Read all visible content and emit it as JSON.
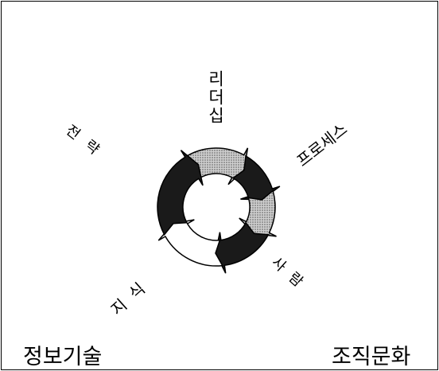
{
  "labels": {
    "leadership": "리더십",
    "strategy": "전략",
    "process": "프로세스",
    "people": "사람",
    "knowledge": "지식",
    "information_technology": "정보기술",
    "organizational_culture": "조직문화"
  },
  "colors": {
    "dark_arrow": "#1a1a1a",
    "shaded_arrow": "#9a9a9a",
    "light_arrow": "#ffffff",
    "outline": "#000000"
  },
  "icons": [
    "circular-cycle-arrows-icon"
  ]
}
